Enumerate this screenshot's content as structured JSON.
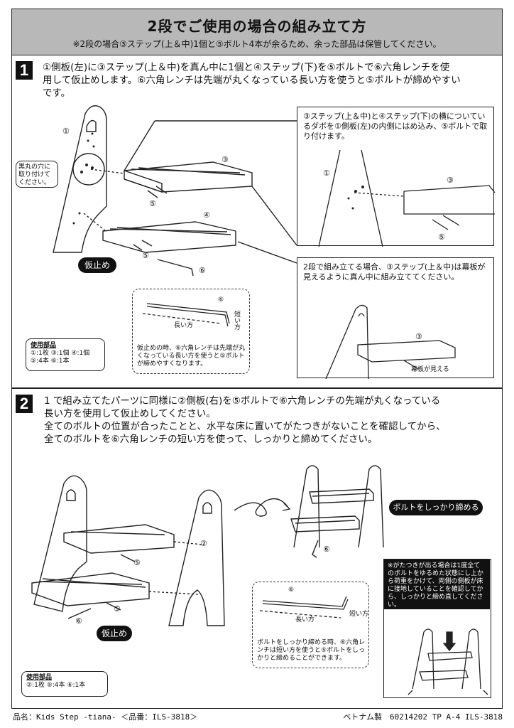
{
  "header": {
    "title": "2段でご使用の場合の組み立て方",
    "subtitle": "※2段の場合③ステップ(上＆中)1個と⑤ボルト4本が余るため、余った部品は保管してください。"
  },
  "step1": {
    "number": "1",
    "line1": "①側板(左)に③ステップ(上＆中)を真ん中に1個と④ステップ(下)を⑤ボルトで⑥六角レンチを使",
    "line2": "用して仮止めします。⑥六角レンチは先端が丸くなっている長い方を使うと⑤ボルトが締めやすい",
    "line3": "です。",
    "labels": {
      "p1": "①",
      "p3": "③",
      "p4": "④",
      "p5a": "⑤",
      "p5b": "⑤",
      "p6": "⑥"
    },
    "callout_black_hole": "黒丸の穴に取り付けてください。",
    "tag_karidome": "仮止め",
    "wrench_note": "仮止めの時、⑥六角レンチは先端が丸くなっている長い方を使うと⑤ボルトが締めやすくなります。",
    "wrench_long_label": "長い方",
    "wrench_short_label": "短い方",
    "parts_title": "使用部品",
    "parts_line1": "①:1枚 ③:1個 ④:1個",
    "parts_line2": "⑤:4本 ⑥:1本",
    "detail_box1_text": "③ステップ(上＆中)と④ステップ(下)の横についているダボを①側板(左)の内側にはめ込み、⑤ボルトで取り付けます。",
    "detail_box2_text": "2段で組み立てる場合、③ステップ(上＆中)は幕板が見えるように真ん中に組み立ててください。",
    "makuita_label": "幕板が見える"
  },
  "step2": {
    "number": "2",
    "line1": "1 で組み立てたパーツに同様に②側板(右)を⑤ボルトで⑥六角レンチの先端が丸くなっている",
    "line2": "長い方を使用して仮止めしてください。",
    "line3": "全てのボルトの位置が合ったことと、水平な床に置いてがたつきがないことを確認してから、",
    "line4": "全てのボルトを⑥六角レンチの短い方を使って、しっかりと締めてください。",
    "labels": {
      "p2": "②",
      "p5a": "⑤",
      "p5b": "⑤",
      "p6a": "⑥",
      "p6b": "⑥",
      "p6c": "⑥"
    },
    "tag_karidome": "仮止め",
    "tag_tighten": "ボルトをしっかり締める",
    "wrench_note": "ボルトをしっかり締める時、⑥六角レンチは短い方を使うと⑤ボルトをしっかりと締めることができます。",
    "wrench_long_label": "長い方",
    "wrench_short_label": "短い方",
    "warning": "※がたつきが出る場合は1度全てのボルトをゆるめた状態にし上から荷重をかけて、両側の側板が床に接地していることを確認してから、しっかりと締め直してください。",
    "parts_title": "使用部品",
    "parts_line1": "②:1枚 ⑤:4本 ⑥:1本"
  },
  "footer": {
    "left": "品名：Kids Step -tiana- ＜品番：ILS-3818＞",
    "right": "ベトナム製　60214202 TP A-4 ILS-3818"
  }
}
